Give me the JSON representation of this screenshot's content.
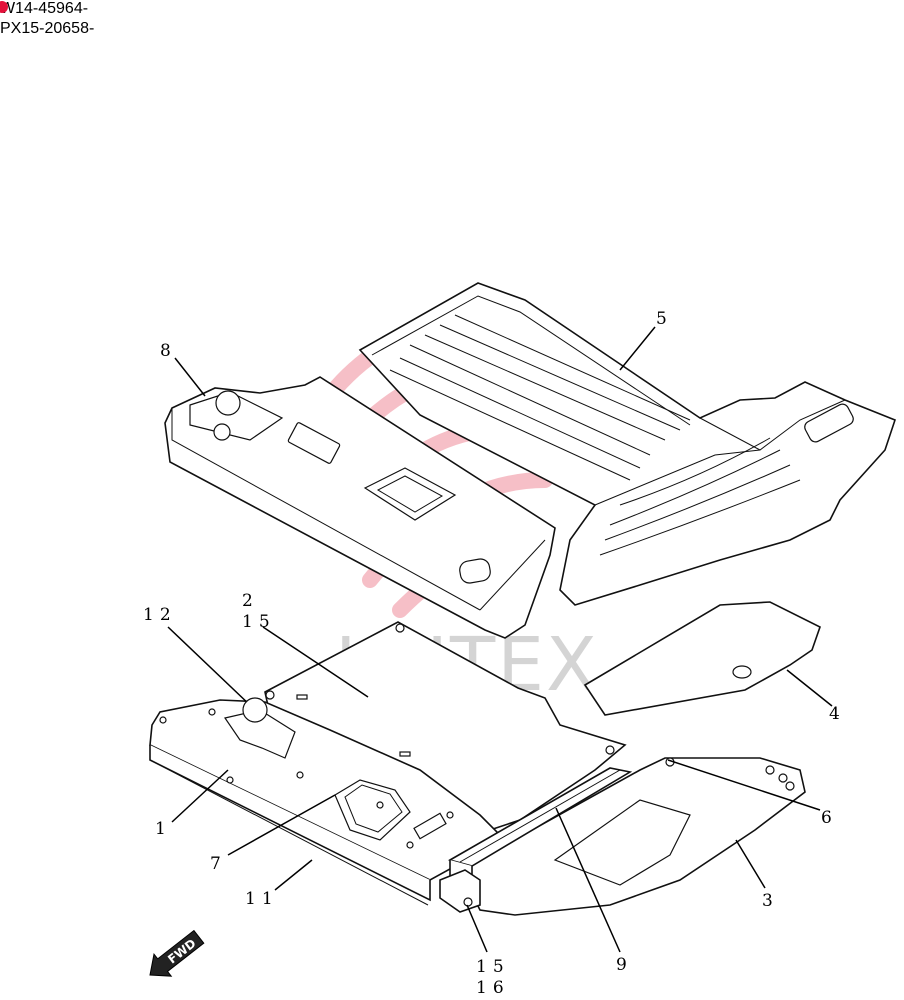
{
  "header": {
    "code_line_1": "W14-45964-",
    "code_line_2": "PX15-20658-",
    "marker_color": "#e3113a"
  },
  "watermark": {
    "text": "ИНТЕХ",
    "logo_color": "#f4b7bf"
  },
  "callouts": {
    "c1": "1",
    "c2": "2",
    "c3": "3",
    "c4": "4",
    "c5": "5",
    "c6": "6",
    "c7": "7",
    "c8": "8",
    "c9": "9",
    "c11": "11",
    "c12": "12",
    "c15a": "15",
    "c15b": "15",
    "c16": "16"
  },
  "direction_arrow": {
    "label": "FWD"
  }
}
